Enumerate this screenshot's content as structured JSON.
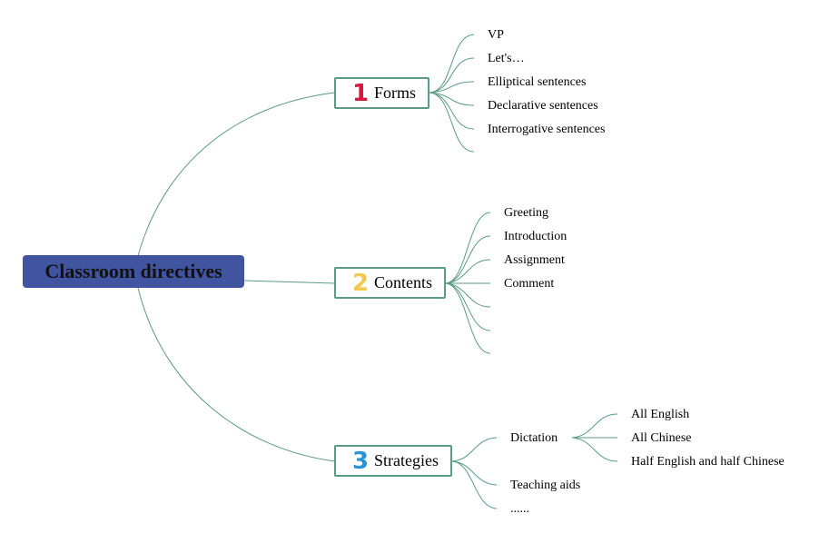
{
  "root": {
    "label": "Classroom directives"
  },
  "colors": {
    "root_fill": "#4154a0",
    "border": "#5b9a86",
    "line": "#5b9a86",
    "num1": "#d6183f",
    "num2": "#f2c94c",
    "num3": "#2795d6"
  },
  "branches": [
    {
      "number": "1",
      "label": "Forms",
      "children": [
        "VP",
        "Let's…",
        "Elliptical sentences",
        "Declarative sentences",
        "Interrogative sentences",
        ""
      ]
    },
    {
      "number": "2",
      "label": "Contents",
      "children": [
        "Greeting",
        "Introduction",
        "Assignment",
        "Comment",
        "",
        "",
        ""
      ]
    },
    {
      "number": "3",
      "label": "Strategies",
      "children": [
        {
          "label": "Dictation",
          "children": [
            "All English",
            "All Chinese",
            "Half English and half Chinese"
          ]
        },
        {
          "label": "Teaching aids"
        },
        {
          "label": "......"
        }
      ]
    }
  ]
}
